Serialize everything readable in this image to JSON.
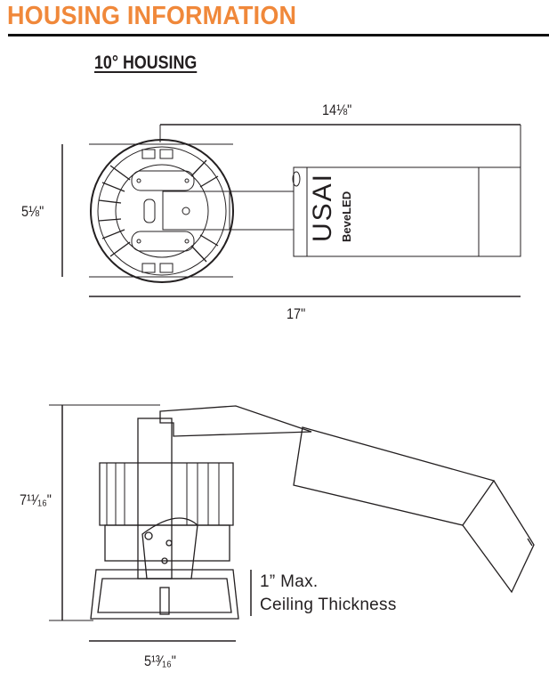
{
  "header": {
    "title": "HOUSING INFORMATION",
    "subtitle": "10° HOUSING"
  },
  "colors": {
    "accent": "#f0883a",
    "line": "#231f20"
  },
  "top_view": {
    "dim_overall_width": "14⅛\"",
    "dim_height": "5⅛\"",
    "dim_total_length": "17\"",
    "logo": {
      "brand": "USAI",
      "product": "BeveLED"
    }
  },
  "side_view": {
    "dim_height": "7¹¹⁄₁₆\"",
    "dim_trim_width": "5¹³⁄₁₆\"",
    "note_line1": "1” Max.",
    "note_line2": "Ceiling Thickness"
  }
}
